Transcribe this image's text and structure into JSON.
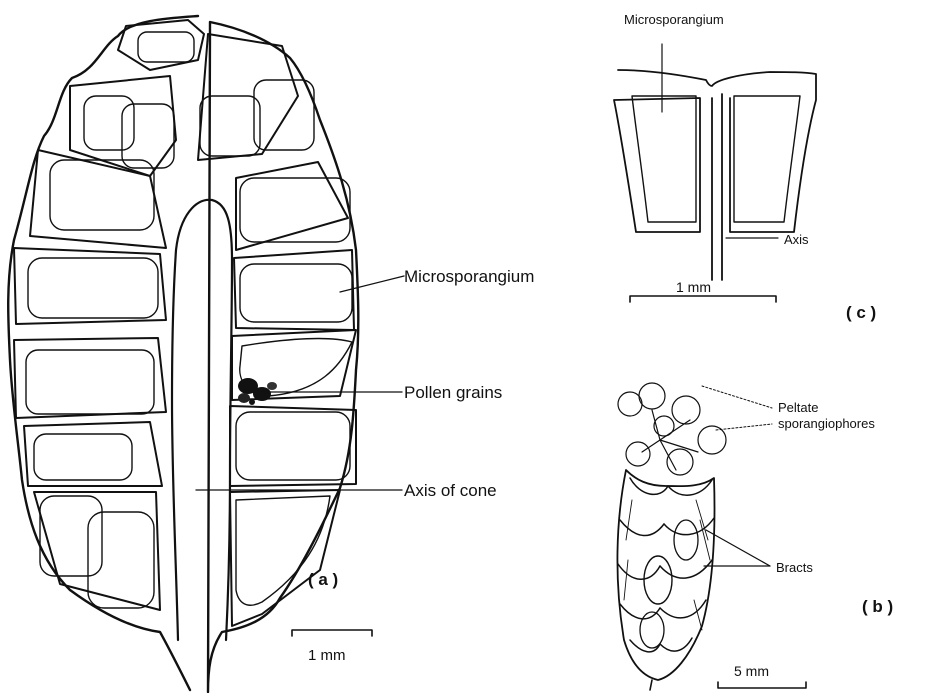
{
  "panel_a": {
    "label": "( a )",
    "labels": {
      "microsporangium": "Microsporangium",
      "pollen": "Pollen grains",
      "axis": "Axis of cone"
    },
    "scale": "1 mm"
  },
  "panel_b": {
    "label": "( b )",
    "labels": {
      "peltate_line1": "Peltate",
      "peltate_line2": "sporangiophores",
      "bracts": "Bracts"
    },
    "scale": "5 mm"
  },
  "panel_c": {
    "label": "( c )",
    "labels": {
      "microsporangium": "Microsporangium",
      "axis": "Axis"
    },
    "scale": "1 mm"
  }
}
